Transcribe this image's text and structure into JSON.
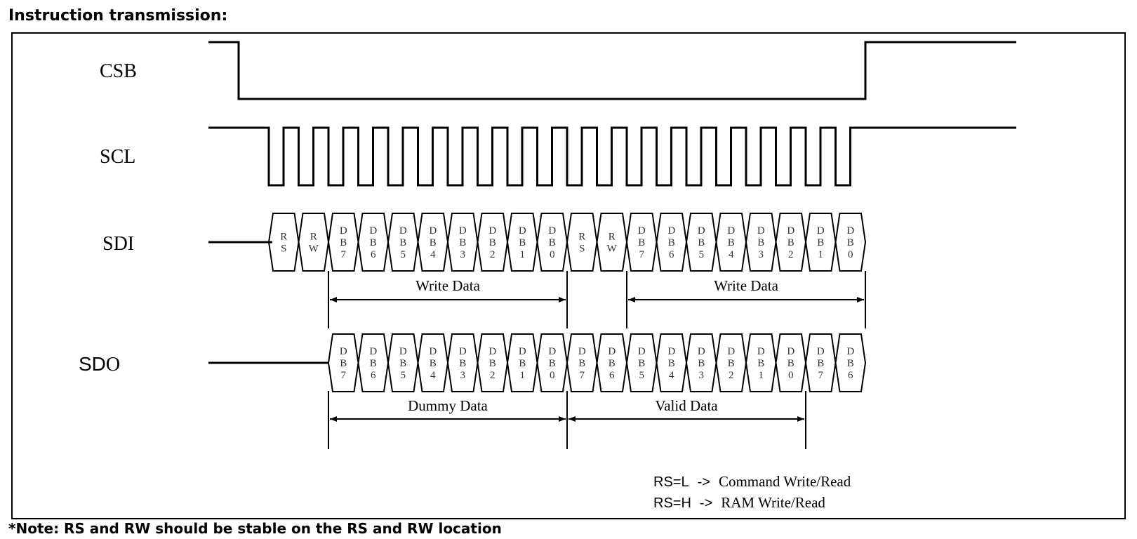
{
  "title": "Instruction transmission:",
  "note": "*Note: RS and RW should be stable on the RS and RW location",
  "signals": {
    "csb": "CSB",
    "scl": "SCL",
    "sdi": "SDI",
    "sdo_prefix": "SD",
    "sdo_suffix": "O"
  },
  "sdi_cells": [
    [
      "R",
      "S"
    ],
    [
      "R",
      "W"
    ],
    [
      "D",
      "B",
      "7"
    ],
    [
      "D",
      "B",
      "6"
    ],
    [
      "D",
      "B",
      "5"
    ],
    [
      "D",
      "B",
      "4"
    ],
    [
      "D",
      "B",
      "3"
    ],
    [
      "D",
      "B",
      "2"
    ],
    [
      "D",
      "B",
      "1"
    ],
    [
      "D",
      "B",
      "0"
    ],
    [
      "R",
      "S"
    ],
    [
      "R",
      "W"
    ],
    [
      "D",
      "B",
      "7"
    ],
    [
      "D",
      "B",
      "6"
    ],
    [
      "D",
      "B",
      "5"
    ],
    [
      "D",
      "B",
      "4"
    ],
    [
      "D",
      "B",
      "3"
    ],
    [
      "D",
      "B",
      "2"
    ],
    [
      "D",
      "B",
      "1"
    ],
    [
      "D",
      "B",
      "0"
    ]
  ],
  "sdo_cells": [
    [
      "D",
      "B",
      "7"
    ],
    [
      "D",
      "B",
      "6"
    ],
    [
      "D",
      "B",
      "5"
    ],
    [
      "D",
      "B",
      "4"
    ],
    [
      "D",
      "B",
      "3"
    ],
    [
      "D",
      "B",
      "2"
    ],
    [
      "D",
      "B",
      "1"
    ],
    [
      "D",
      "B",
      "0"
    ],
    [
      "D",
      "B",
      "7"
    ],
    [
      "D",
      "B",
      "6"
    ],
    [
      "D",
      "B",
      "5"
    ],
    [
      "D",
      "B",
      "4"
    ],
    [
      "D",
      "B",
      "3"
    ],
    [
      "D",
      "B",
      "2"
    ],
    [
      "D",
      "B",
      "1"
    ],
    [
      "D",
      "B",
      "0"
    ],
    [
      "D",
      "B",
      "7"
    ],
    [
      "D",
      "B",
      "6"
    ]
  ],
  "spans": {
    "sdi_write_1": "Write Data",
    "sdi_write_2": "Write Data",
    "sdo_dummy": "Dummy Data",
    "sdo_valid": "Valid Data"
  },
  "legend": {
    "line1_key": "RS=L",
    "line1_arrow": "->",
    "line1_text": "Command Write/Read",
    "line2_key": "RS=H",
    "line2_arrow": "->",
    "line2_text": "RAM Write/Read"
  }
}
